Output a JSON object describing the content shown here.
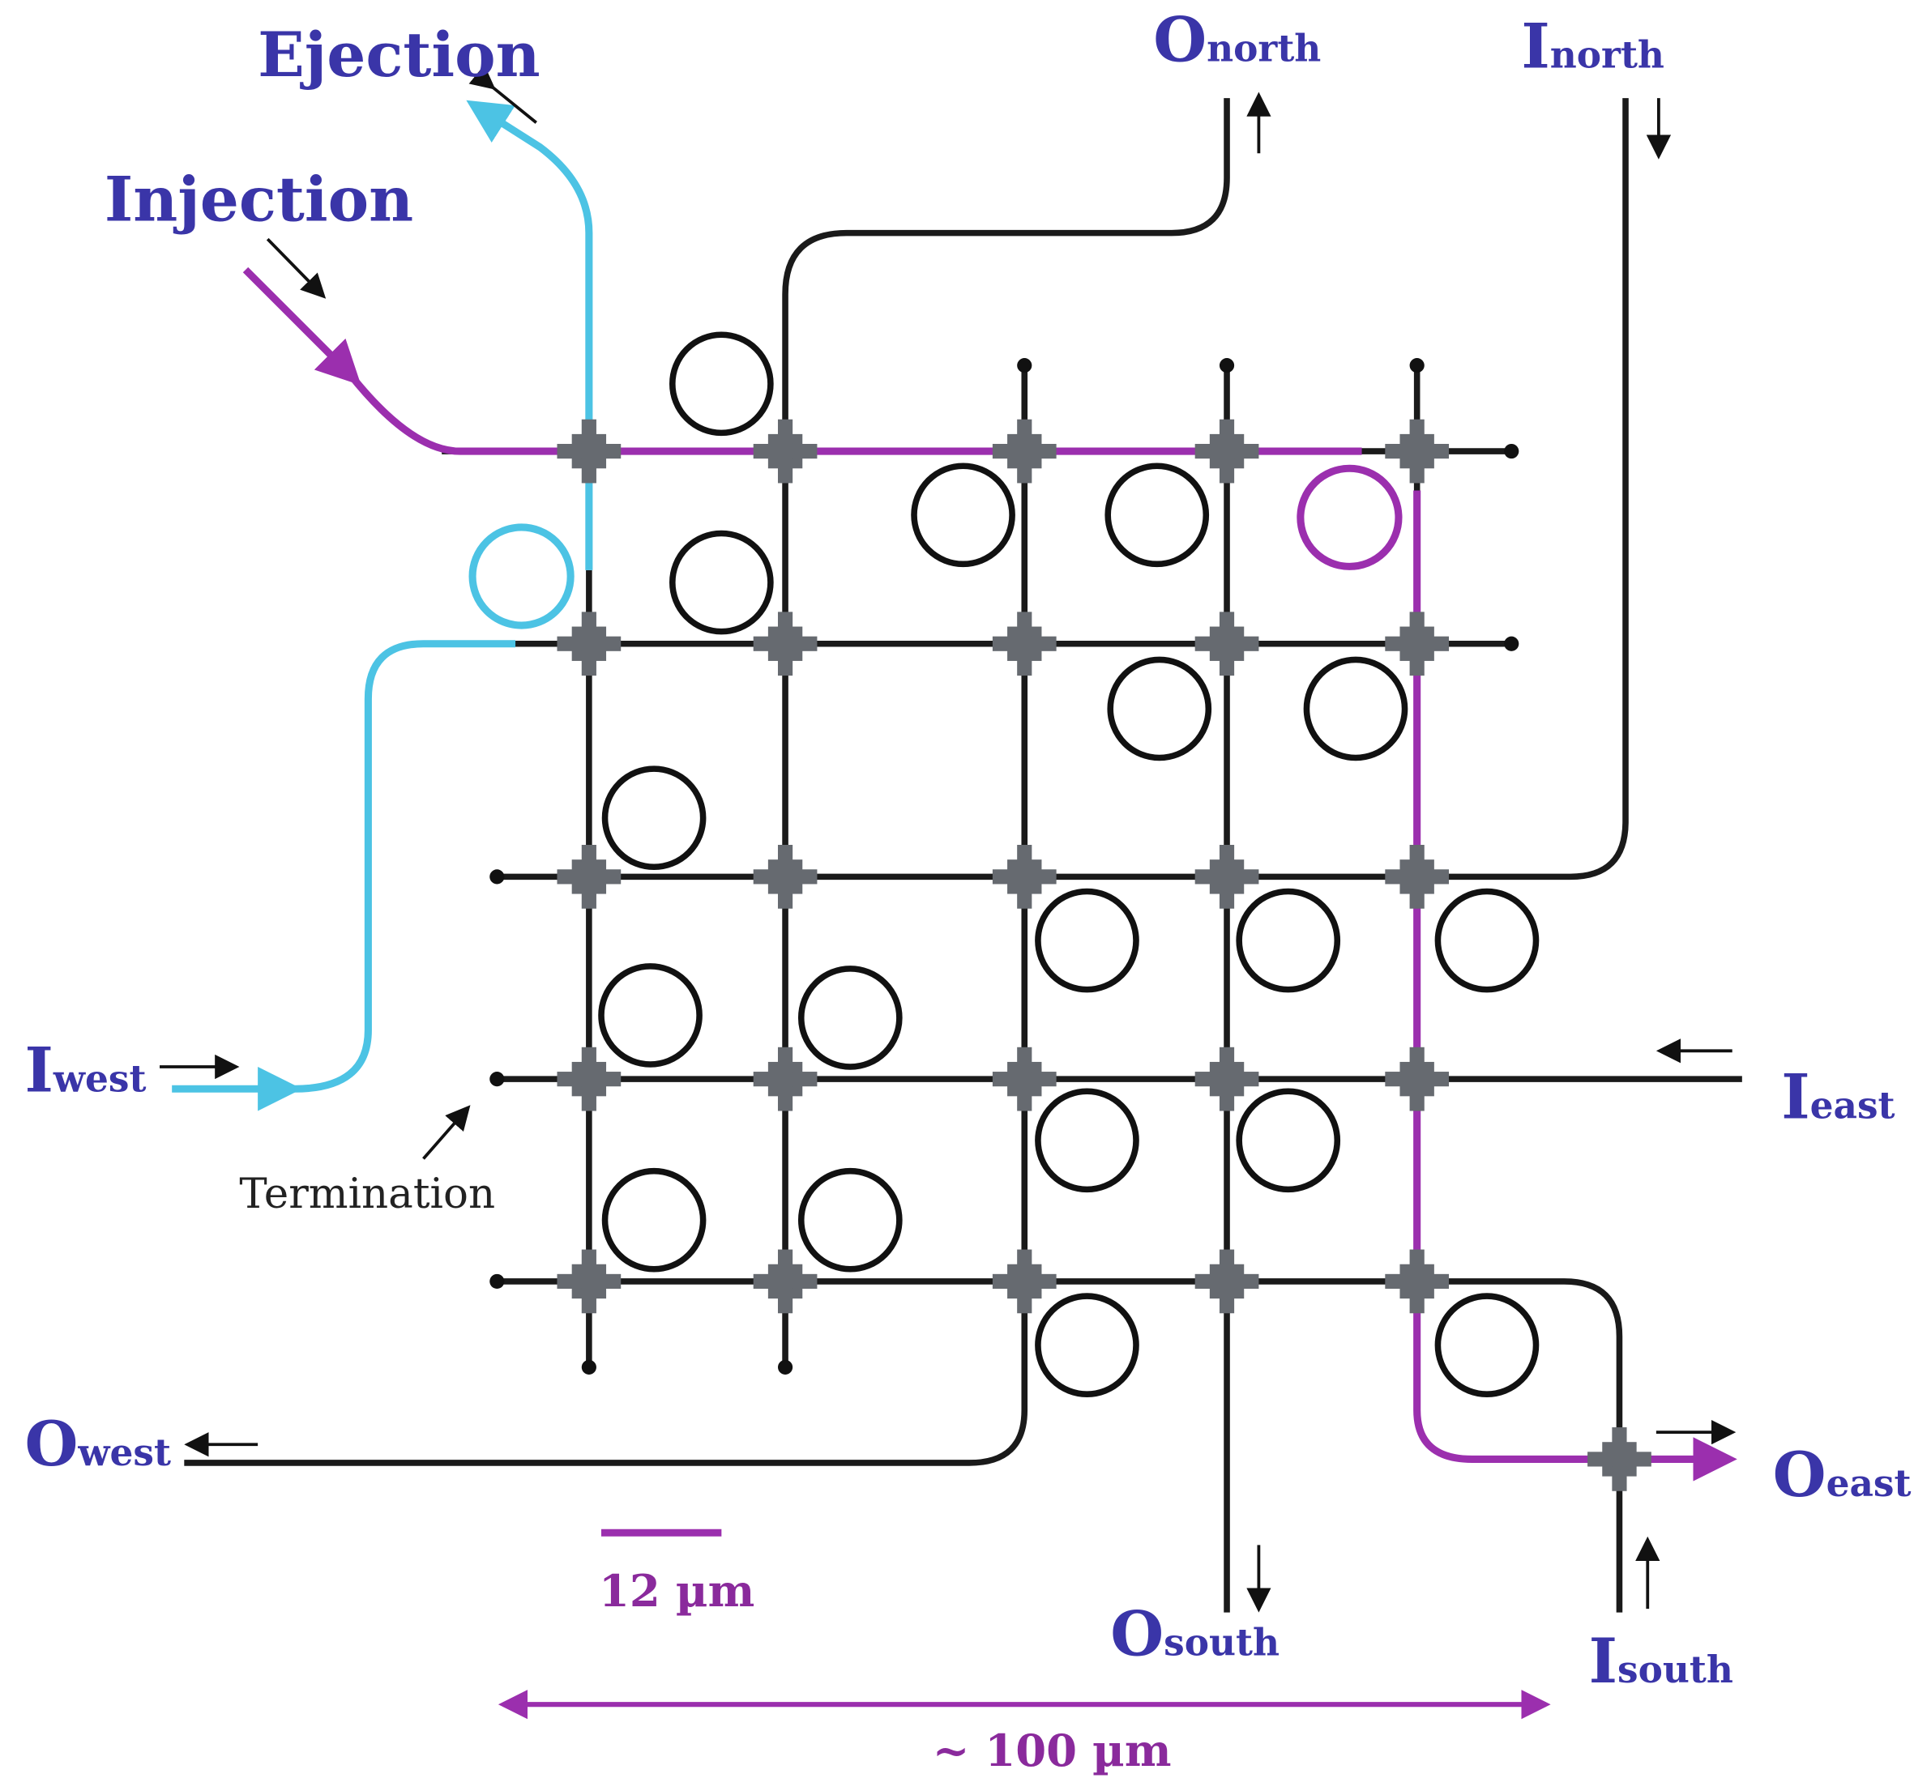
{
  "labels": {
    "ejection": "Ejection",
    "injection": "Injection",
    "o_north": {
      "main": "O",
      "sub": "north"
    },
    "i_north": {
      "main": "I",
      "sub": "north"
    },
    "i_west": {
      "main": "I",
      "sub": "west"
    },
    "i_east": {
      "main": "I",
      "sub": "east"
    },
    "o_west": {
      "main": "O",
      "sub": "west"
    },
    "o_east": {
      "main": "O",
      "sub": "east"
    },
    "o_south": {
      "main": "O",
      "sub": "south"
    },
    "i_south": {
      "main": "I",
      "sub": "south"
    },
    "termination": "Termination",
    "scale_small": "12 µm",
    "scale_large": "~ 100 µm"
  },
  "colors": {
    "label": "#3a35a8",
    "injection_path": "#9b2fae",
    "ejection_path": "#4cc3e4",
    "waveguide": "#1a1a1a",
    "crossing": "#666a70"
  }
}
